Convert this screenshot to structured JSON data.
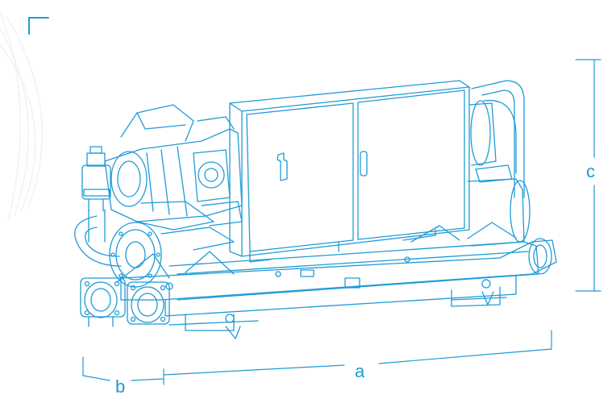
{
  "colors": {
    "line": "#1e9bd7",
    "deco": "#e4eef4",
    "background": "#ffffff"
  },
  "dimensions": {
    "a": "a",
    "b": "b",
    "c": "c"
  }
}
